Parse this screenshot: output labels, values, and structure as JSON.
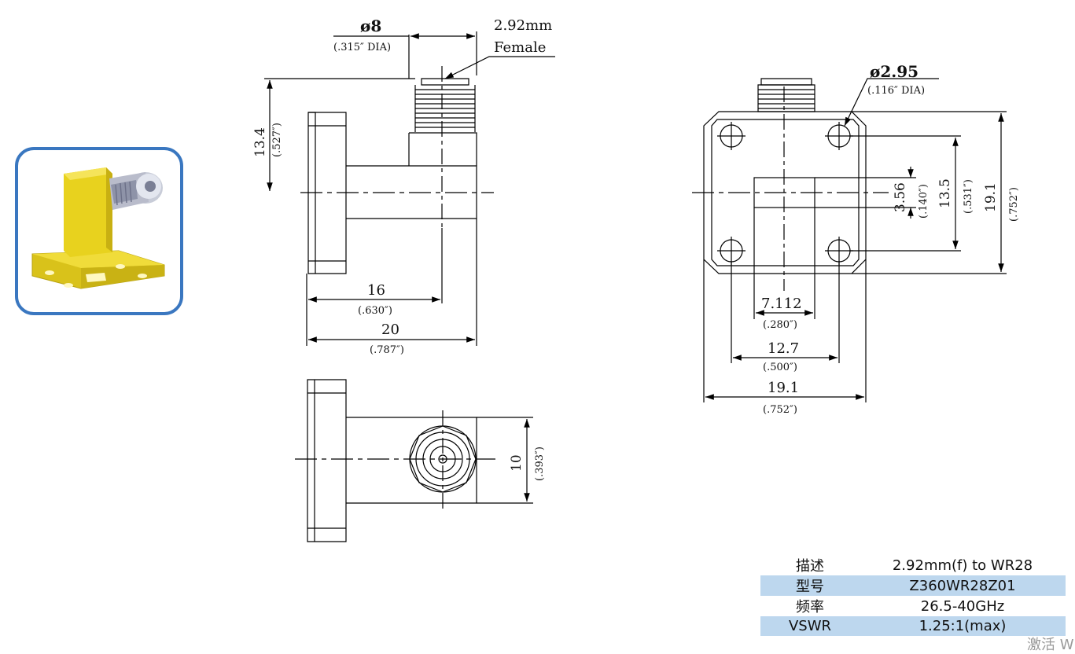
{
  "drawing": {
    "connector_dia": "ø8",
    "connector_dia_in": "(.315″ DIA)",
    "connector_label": "2.92mm",
    "connector_gender": "Female",
    "height_mm": "13.4",
    "height_in": "(.527″)",
    "len16_mm": "16",
    "len16_in": "(.630″)",
    "len20_mm": "20",
    "len20_in": "(.787″)",
    "width10_mm": "10",
    "width10_in": "(.393″)",
    "hole_dia": "ø2.95",
    "hole_dia_in": "(.116″ DIA)",
    "slot_h_mm": "3.56",
    "slot_h_in": "(.140″)",
    "hole_span_v_mm": "13.5",
    "hole_span_v_in": "(.531″)",
    "flange_v_mm": "19.1",
    "flange_v_in": "(.752″)",
    "slot_w_mm": "7.112",
    "slot_w_in": "(.280″)",
    "hole_span_h_mm": "12.7",
    "hole_span_h_in": "(.500″)",
    "flange_h_mm": "19.1",
    "flange_h_in": "(.752″)"
  },
  "specs": [
    {
      "label": "描述",
      "value": "2.92mm(f) to WR28"
    },
    {
      "label": "型号",
      "value": "Z360WR28Z01"
    },
    {
      "label": "频率",
      "value": "26.5-40GHz"
    },
    {
      "label": "VSWR",
      "value": "1.25:1(max)"
    }
  ],
  "watermark": "激活 W",
  "colors": {
    "card_border": "#3a77c0",
    "table_shade": "#bdd7ee",
    "model_body": "#e8d21e"
  }
}
